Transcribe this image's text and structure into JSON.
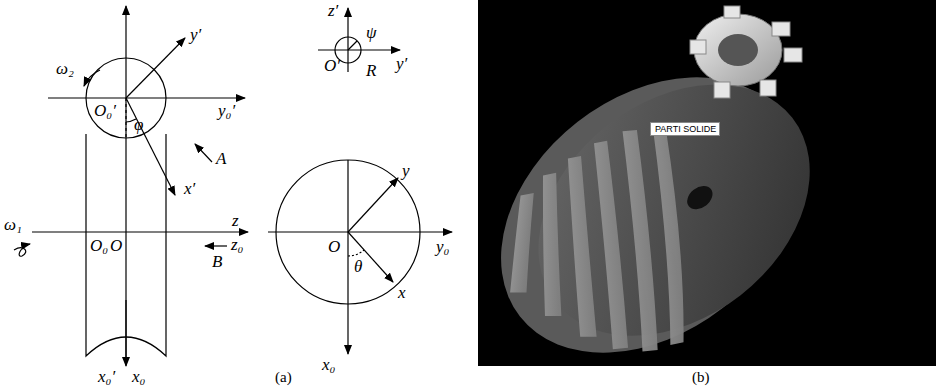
{
  "diagram": {
    "nodes": [
      {
        "text": [
          "PARTI SOLIDE"
        ]
      }
    ],
    "labels": [
      "ω₂",
      "y′",
      "y₀′",
      "O₀′",
      "φ",
      "A",
      "x′",
      "ω₁",
      "z",
      "O₀",
      "O",
      "z₀",
      "B",
      "x₀′",
      "x₀",
      "z′",
      "ψ",
      "y′",
      "O′",
      "R",
      "y",
      "O",
      "y₀",
      "θ",
      "x",
      "x₀",
      "(a)",
      "(b)"
    ]
  }
}
